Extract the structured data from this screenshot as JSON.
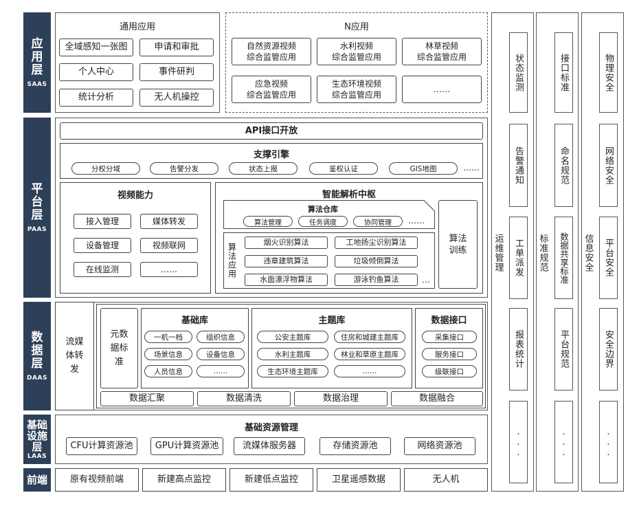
{
  "layers": {
    "saas": {
      "name": "应用层",
      "en": "SAAS"
    },
    "paas": {
      "name": "平台层",
      "en": "PAAS"
    },
    "daas": {
      "name": "数据层",
      "en": "DAAS"
    },
    "laas": {
      "name": "基础设施层",
      "en": "LAAS"
    },
    "front": {
      "name": "前端"
    }
  },
  "saas": {
    "general": {
      "title": "通用应用",
      "items": [
        "全域感知一张图",
        "申请和审批",
        "个人中心",
        "事件研判",
        "统计分析",
        "无人机操控"
      ]
    },
    "n_apps": {
      "title": "N应用",
      "items": [
        "自然资源视频\n综合监管应用",
        "水利视频\n综合监管应用",
        "林草视频\n综合监管应用",
        "应急视频\n综合监管应用",
        "生态环境视频\n综合监管应用",
        "……"
      ]
    }
  },
  "paas": {
    "api": "API接口开放",
    "engine": {
      "title": "支撑引擎",
      "items": [
        "分权分域",
        "告警分发",
        "状态上报",
        "鉴权认证",
        "GIS地图"
      ],
      "more": "……"
    },
    "video": {
      "title": "视频能力",
      "items": [
        "接入管理",
        "媒体转发",
        "设备管理",
        "视频联网",
        "在线监测",
        "……"
      ]
    },
    "ai": {
      "title": "智能解析中枢",
      "repo": {
        "title": "算法仓库",
        "items": [
          "算法管理",
          "任务调度",
          "协同管理"
        ],
        "more": "……"
      },
      "apps_label": "算法应用",
      "apps": [
        "烟火识别算法",
        "工地扬尘识别算法",
        "违章建筑算法",
        "垃圾倾倒算法",
        "水面漂浮物算法",
        "游泳钓鱼算法"
      ],
      "apps_more": "…",
      "training": "算法训练"
    }
  },
  "daas": {
    "stream": "流媒体转发",
    "meta": "元数据标准",
    "base": {
      "title": "基础库",
      "items": [
        "一机一档",
        "组织信息",
        "场景信息",
        "设备信息",
        "人员信息",
        "……"
      ]
    },
    "theme": {
      "title": "主题库",
      "items": [
        "公安主题库",
        "住房和城建主题库",
        "水利主题库",
        "林业和草原主题库",
        "生态环境主题库",
        "……"
      ]
    },
    "interface": {
      "title": "数据接口",
      "items": [
        "采集接口",
        "服务接口",
        "级联接口"
      ]
    },
    "ops": [
      "数据汇聚",
      "数据清洗",
      "数据治理",
      "数据融合"
    ]
  },
  "laas": {
    "title": "基础资源管理",
    "items": [
      "CFU计算资源池",
      "GPU计算资源池",
      "流媒体服务器",
      "存储资源池",
      "网络资源池"
    ]
  },
  "front": {
    "items": [
      "原有视频前端",
      "新建高点监控",
      "新建低点监控",
      "卫星遥感数据",
      "无人机"
    ]
  },
  "side": {
    "ops": {
      "label": "运维管理",
      "items": [
        "状态监测",
        "告警通知",
        "工单派发",
        "报表统计",
        "..."
      ]
    },
    "std": {
      "label": "标准规范",
      "items": [
        "接口标准",
        "命名规范",
        "数据共享标准",
        "平台规范",
        "..."
      ]
    },
    "sec": {
      "label": "信息安全",
      "items": [
        "物理安全",
        "网络安全",
        "平台安全",
        "安全边界",
        "..."
      ]
    }
  }
}
